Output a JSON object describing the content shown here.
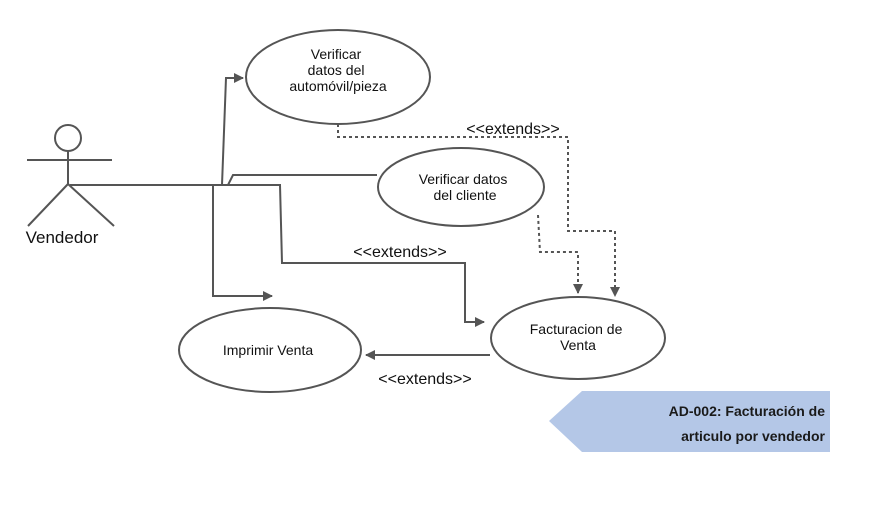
{
  "actor": {
    "label": "Vendedor"
  },
  "use_cases": {
    "verificar_auto": [
      "Verificar",
      "datos del",
      "automóvil/pieza"
    ],
    "verificar_cliente": [
      "Verificar datos",
      "del cliente"
    ],
    "facturacion": [
      "Facturacion de",
      "Venta"
    ],
    "imprimir": [
      "Imprimir Venta"
    ]
  },
  "relations": {
    "extends_auto": "<<extends>>",
    "extends_cliente": "<<extends>>",
    "extends_imprimir": "<<extends>>"
  },
  "tag": {
    "line1": "AD-002: Facturación de",
    "line2": "articulo por vendedor"
  },
  "colors": {
    "line": "#555555",
    "tag_fill": "#b4c7e7"
  }
}
